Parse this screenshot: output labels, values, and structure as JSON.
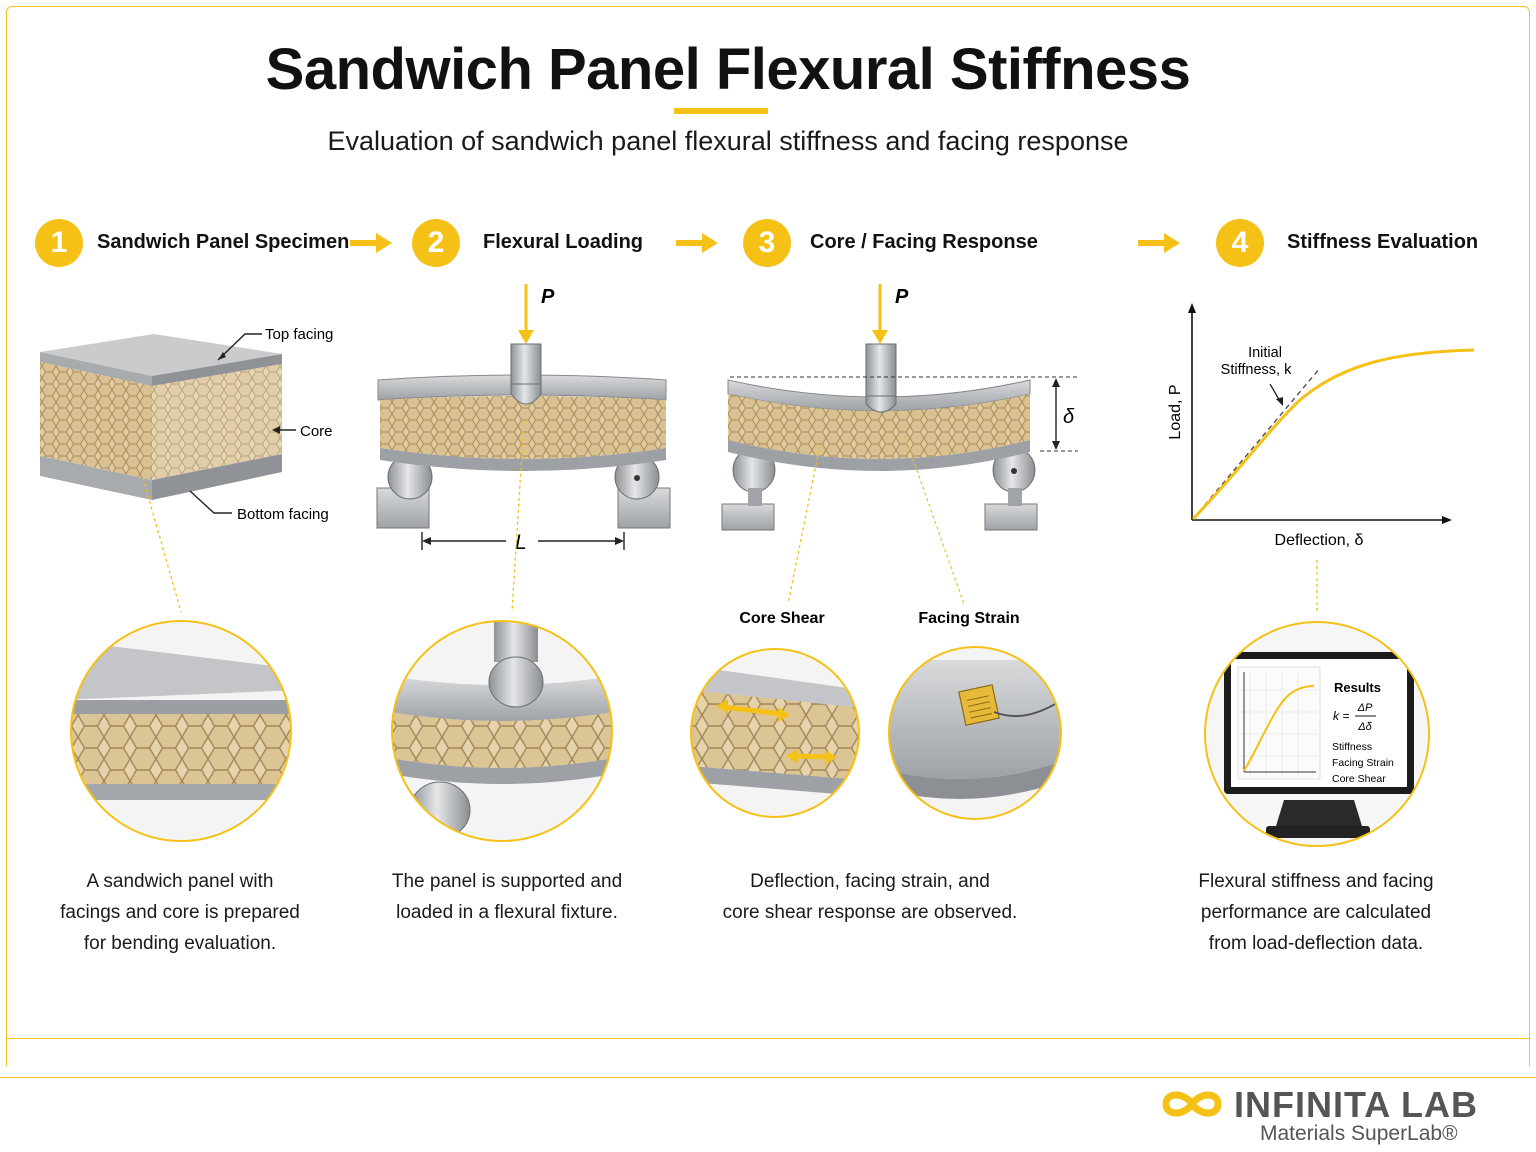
{
  "header": {
    "title": "Sandwich Panel Flexural Stiffness",
    "subtitle": "Evaluation of sandwich panel flexural stiffness and facing response"
  },
  "steps": [
    {
      "number": "1",
      "label": "Sandwich Panel Specimen"
    },
    {
      "number": "2",
      "label": "Flexural Loading"
    },
    {
      "number": "3",
      "label": "Core / Facing Response"
    },
    {
      "number": "4",
      "label": "Stiffness Evaluation"
    }
  ],
  "specimen_labels": {
    "top": "Top facing",
    "core": "Core",
    "bottom": "Bottom facing"
  },
  "loading_labels": {
    "load": "P",
    "span": "L"
  },
  "response_labels": {
    "load": "P",
    "deflection": "δ",
    "core_shear": "Core Shear",
    "facing_strain": "Facing Strain"
  },
  "graph": {
    "ylabel": "Load, P",
    "xlabel": "Deflection, δ",
    "annotation_line1": "Initial",
    "annotation_line2": "Stiffness, k"
  },
  "monitor": {
    "results_title": "Results",
    "formula_lhs": "k =",
    "formula_num": "ΔP",
    "formula_den": "Δδ",
    "items": [
      "Stiffness",
      "Facing Strain",
      "Core Shear"
    ]
  },
  "captions": [
    {
      "lines": [
        "A sandwich panel with",
        "facings and core is prepared",
        "for bending evaluation."
      ]
    },
    {
      "lines": [
        "The panel is supported and",
        "loaded in a flexural fixture."
      ]
    },
    {
      "lines": [
        "Deflection, facing strain, and",
        "core shear response are observed."
      ]
    },
    {
      "lines": [
        "Flexural stiffness and facing",
        "performance are calculated",
        "from load-deflection data."
      ]
    }
  ],
  "brand": {
    "name": "INFINITA LAB",
    "tagline": "Materials SuperLab®"
  },
  "colors": {
    "accent": "#f5c117",
    "steel": "#b9bcbf",
    "core": "#dcc59a"
  }
}
